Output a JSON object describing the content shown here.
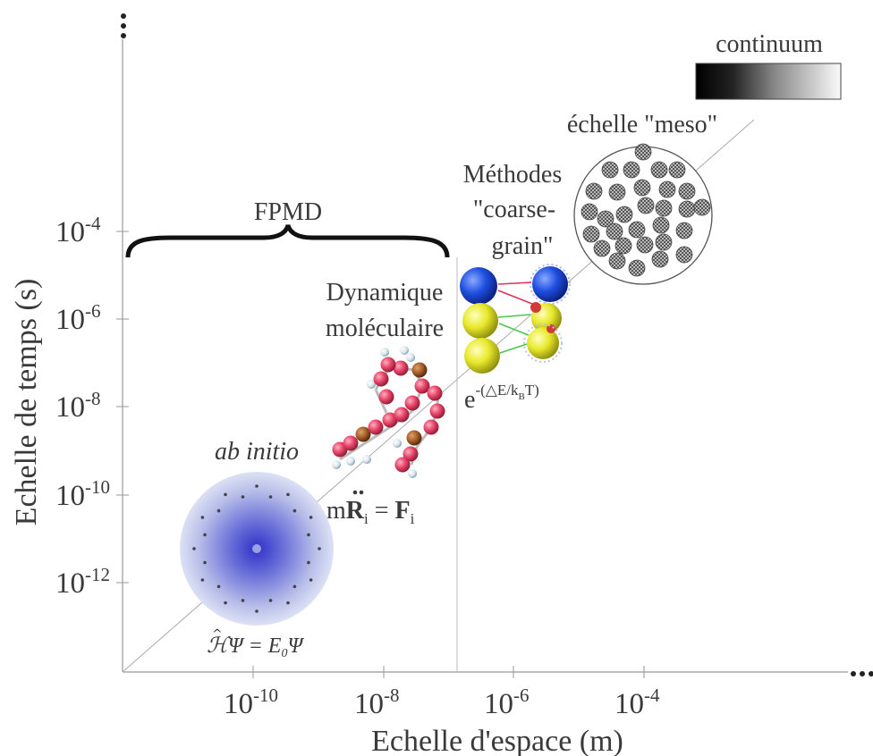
{
  "axes": {
    "x_title": "Echelle d'espace (m)",
    "y_title": "Echelle de temps (s)",
    "x_ticks": [
      {
        "base": "10",
        "exp": "-10"
      },
      {
        "base": "10",
        "exp": "-8"
      },
      {
        "base": "10",
        "exp": "-6"
      },
      {
        "base": "10",
        "exp": "-4"
      }
    ],
    "y_ticks": [
      {
        "base": "10",
        "exp": "-4"
      },
      {
        "base": "10",
        "exp": "-6"
      },
      {
        "base": "10",
        "exp": "-8"
      },
      {
        "base": "10",
        "exp": "-10"
      },
      {
        "base": "10",
        "exp": "-12"
      }
    ]
  },
  "labels": {
    "continuum": "continuum",
    "meso": "échelle \"meso\"",
    "coarse_1": "Méthodes",
    "coarse_2": "\"coarse-",
    "coarse_3": "grain\"",
    "fpmd": "FPMD",
    "md_1": "Dynamique",
    "md_2": "moléculaire",
    "ab_initio": "ab initio",
    "boltz_base": "e",
    "boltz_exp_a": "-(△E/k",
    "boltz_exp_sub": "B",
    "boltz_exp_b": "T)",
    "newton_m": "m",
    "newton_R": "R",
    "newton_i": "i",
    "newton_eq": " = ",
    "newton_F": "F",
    "newton_i2": "i",
    "schrod_H": "ℋ",
    "schrod_psi": "Ψ",
    "schrod_eq": " = ",
    "schrod_E": "E",
    "schrod_0": "0",
    "schrod_psi2": "Ψ"
  },
  "colors": {
    "axis": "#999999",
    "text": "#3a3a3a",
    "ab_initio_core": "#3a3fd0",
    "md_atom": "#e8456a",
    "md_carbon": "#a8612a",
    "cg_blue": "#1f4fe0",
    "cg_yellow": "#e8e82a",
    "meso_bead": "#888888"
  }
}
